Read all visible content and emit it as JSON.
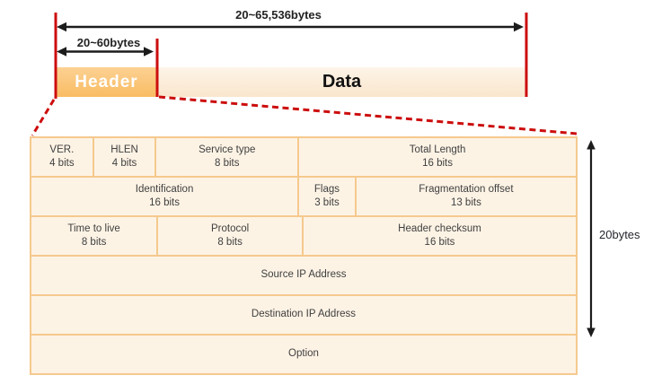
{
  "top": {
    "total_range_label": "20~65,536bytes",
    "header_range_label": "20~60bytes",
    "header_label": "Header",
    "data_label": "Data"
  },
  "side": {
    "height_label": "20bytes"
  },
  "header_table": {
    "rows": [
      {
        "cells": [
          {
            "title": "VER.",
            "bits": "4 bits"
          },
          {
            "title": "HLEN",
            "bits": "4 bits"
          },
          {
            "title": "Service type",
            "bits": "8 bits"
          },
          {
            "title": "Total Length",
            "bits": "16 bits"
          }
        ]
      },
      {
        "cells": [
          {
            "title": "Identification",
            "bits": "16 bits"
          },
          {
            "title": "Flags",
            "bits": "3 bits"
          },
          {
            "title": "Fragmentation offset",
            "bits": "13 bits"
          }
        ]
      },
      {
        "cells": [
          {
            "title": "Time to live",
            "bits": "8 bits"
          },
          {
            "title": "Protocol",
            "bits": "8 bits"
          },
          {
            "title": "Header checksum",
            "bits": "16 bits"
          }
        ]
      },
      {
        "cells": [
          {
            "title": "Source IP Address"
          }
        ]
      },
      {
        "cells": [
          {
            "title": "Destination IP Address"
          }
        ]
      },
      {
        "cells": [
          {
            "title": "Option"
          }
        ]
      }
    ]
  },
  "colors": {
    "red_marker": "#cc0e0e",
    "arrow_black": "#1c1c1c",
    "header_orange": "#fac36e",
    "data_peach": "#fbe9d4",
    "cell_fill": "#fdf3e5",
    "cell_border": "#f5c98d"
  }
}
